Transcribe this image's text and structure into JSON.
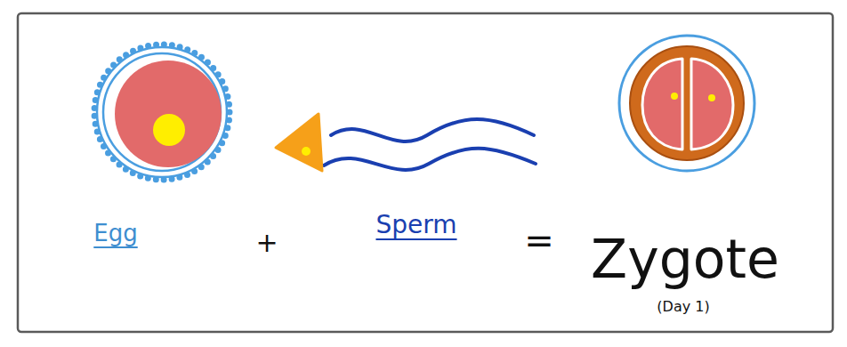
{
  "diagram": {
    "labels": [
      "Egg",
      "+",
      "Sperm",
      "=",
      "Zygote",
      "(Day 1)"
    ]
  }
}
